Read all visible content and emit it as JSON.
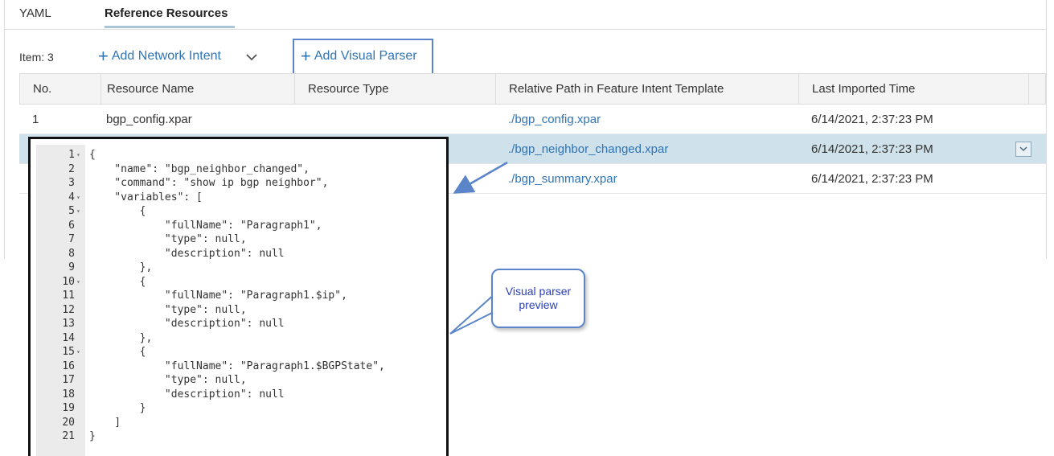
{
  "tabs": [
    {
      "label": "YAML",
      "active": false
    },
    {
      "label": "Reference Resources",
      "active": true
    }
  ],
  "toolbar": {
    "item_count": "Item: 3",
    "add_network_intent": "Add Network Intent",
    "add_visual_parser": "Add Visual Parser"
  },
  "table": {
    "columns": [
      "No.",
      "Resource Name",
      "Resource Type",
      "Relative Path in Feature Intent Template",
      "Last Imported Time"
    ],
    "rows": [
      {
        "no": "1",
        "name": "bgp_config.xpar",
        "type": "",
        "path": "./bgp_config.xpar",
        "time": "6/14/2021, 2:37:23 PM"
      },
      {
        "no": "",
        "name": "",
        "type": "",
        "path": "./bgp_neighbor_changed.xpar",
        "time": "6/14/2021, 2:37:23 PM"
      },
      {
        "no": "",
        "name": "",
        "type": "",
        "path": "./bgp_summary.xpar",
        "time": "6/14/2021, 2:37:23 PM"
      }
    ]
  },
  "code_preview": {
    "line_numbers": [
      "1",
      "2",
      "3",
      "4",
      "5",
      "6",
      "7",
      "8",
      "9",
      "10",
      "11",
      "12",
      "13",
      "14",
      "15",
      "16",
      "17",
      "18",
      "19",
      "20",
      "21"
    ],
    "foldable": [
      1,
      4,
      5,
      10,
      15
    ],
    "lines": [
      "{",
      "    \"name\": \"bgp_neighbor_changed\",",
      "    \"command\": \"show ip bgp neighbor\",",
      "    \"variables\": [",
      "        {",
      "            \"fullName\": \"Paragraph1\",",
      "            \"type\": null,",
      "            \"description\": null",
      "        },",
      "        {",
      "            \"fullName\": \"Paragraph1.$ip\",",
      "            \"type\": null,",
      "            \"description\": null",
      "        },",
      "        {",
      "            \"fullName\": \"Paragraph1.$BGPState\",",
      "            \"type\": null,",
      "            \"description\": null",
      "        }",
      "    ]",
      "}"
    ]
  },
  "callout": {
    "line1": "Visual parser",
    "line2": "preview"
  },
  "colors": {
    "link": "#2f74b5",
    "selected_row": "#cfe1ea",
    "annotation": "#5b85c8"
  }
}
